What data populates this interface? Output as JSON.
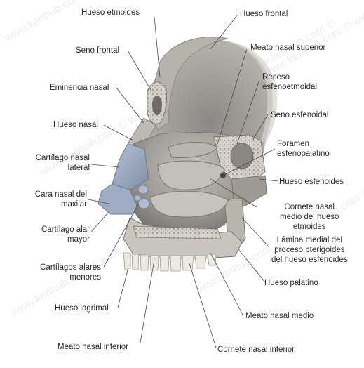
{
  "watermark": "www.kenhub.com ©",
  "colors": {
    "bone": "#a8a6a2",
    "bone_dark": "#6f6d6a",
    "bone_light": "#cfccc6",
    "cartilage": "#8b9aae",
    "cartilage_light": "#aebbd0",
    "teeth": "#ebe8e0",
    "leader": "#4a4a4a",
    "text": "#2b2b2b"
  },
  "labels": {
    "hueso_etmoides": "Hueso etmoides",
    "seno_frontal": "Seno frontal",
    "eminencia_nasal": "Eminencia nasal",
    "hueso_nasal": "Hueso nasal",
    "cartilago_nasal_lateral": "Cartílago nasal\nlateral",
    "cara_nasal_maxilar": "Cara nasal del\nmaxilar",
    "cartilago_alar_mayor": "Cartílago alar\nmayor",
    "cartilagos_alares_menores": "Cartílagos alares\nmenores",
    "hueso_lagrimal": "Hueso lagrimal",
    "meato_nasal_inferior": "Meato nasal inferior",
    "hueso_frontal": "Hueso frontal",
    "meato_nasal_superior": "Meato nasal superior",
    "receso_esfenoetmoidal": "Receso\nesfenoetmoidal",
    "seno_esfenoidal": "Seno esfenoidal",
    "foramen_esfenopalatino": "Foramen\nesfenopalatino",
    "hueso_esfenoides": "Hueso esfenoides",
    "cornete_medio": "Cornete nasal\nmedio del hueso\netmoides",
    "lamina_medial": "Lámina medial del\nproceso pterigoides\ndel hueso esfenoides",
    "hueso_palatino": "Hueso palatino",
    "meato_nasal_medio": "Meato nasal medio",
    "cornete_nasal_inferior": "Cornete nasal inferior"
  }
}
